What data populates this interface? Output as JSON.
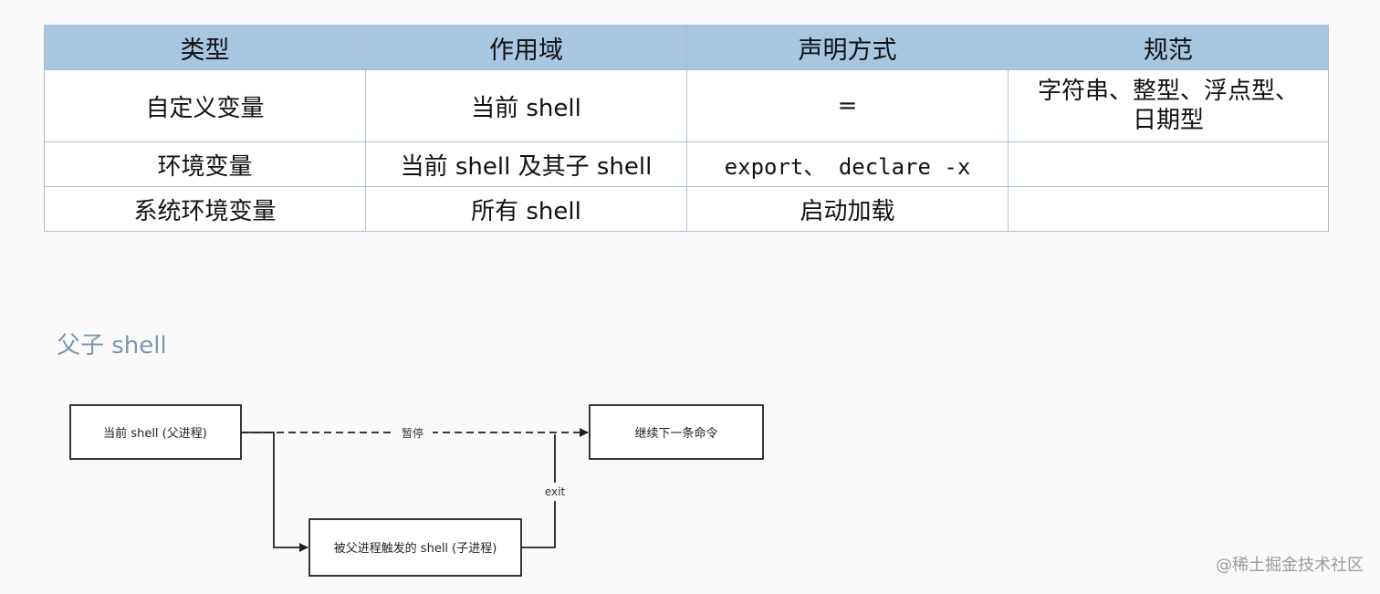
{
  "table": {
    "headers": [
      "类型",
      "作用域",
      "声明方式",
      "规范"
    ],
    "rows": [
      {
        "type": "自定义变量",
        "scope": "当前 shell",
        "declare": "=",
        "spec_line1": "字符串、整型、浮点型、",
        "spec_line2": "日期型"
      },
      {
        "type": "环境变量",
        "scope": "当前 shell 及其子 shell",
        "declare": "export、 declare -x",
        "spec_line1": "",
        "spec_line2": ""
      },
      {
        "type": "系统环境变量",
        "scope": "所有 shell",
        "declare": "启动加载",
        "spec_line1": "",
        "spec_line2": ""
      }
    ]
  },
  "section": {
    "title": "父子 shell"
  },
  "diagram": {
    "parent_node": "当前 shell (父进程)",
    "next_node": "继续下一条命令",
    "child_node": "被父进程触发的 shell (子进程)",
    "pause_label": "暂停",
    "exit_label": "exit"
  },
  "watermark": "@稀土掘金技术社区",
  "colors": {
    "header_bg": "#a7c6e2",
    "grid_border": "#a9bfd6",
    "section_title": "#7e96b4"
  }
}
